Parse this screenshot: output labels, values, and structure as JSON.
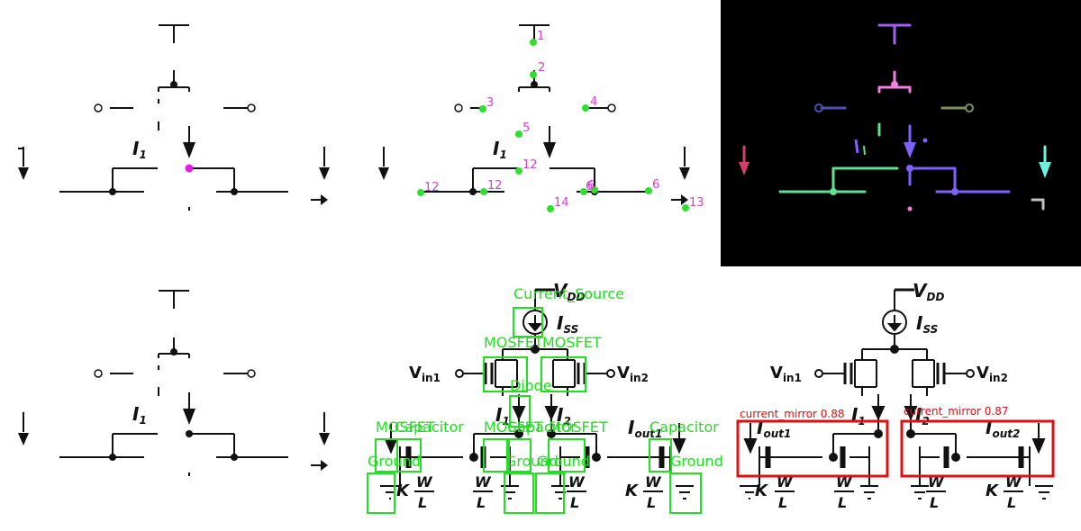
{
  "colors": {
    "wire": "#111111",
    "node_green": "#2ee02e",
    "node_magenta": "#e020e0",
    "number_magenta": "#d040d0",
    "box_green": "#22dd22",
    "box_red": "#dd1111",
    "mask_bg": "#000000",
    "seg_purple": "#a060f0",
    "seg_pink": "#f080e0",
    "seg_navy": "#5050b0",
    "seg_olive": "#809060",
    "seg_mint": "#60e090",
    "seg_blue": "#8060ff",
    "seg_red": "#d04070",
    "seg_cyan": "#70f0e0",
    "seg_grey": "#c0c0c0"
  },
  "labels": {
    "i1": "I",
    "i1_sub": "1",
    "vdd": "V",
    "vdd_sub": "DD",
    "iss": "I",
    "iss_sub": "SS",
    "vin1": "V",
    "vin1_sub": "in1",
    "vin2": "V",
    "vin2_sub": "in2",
    "i1b": "I",
    "i1b_sub": "1",
    "i2": "I",
    "i2_sub": "2",
    "iout1": "I",
    "iout1_sub": "out1",
    "iout2": "I",
    "iout2_sub": "out2",
    "k": "K",
    "w": "W",
    "l": "L"
  },
  "keypoints": [
    "1",
    "2",
    "3",
    "4",
    "5",
    "12",
    "12",
    "12",
    "6",
    "6",
    "6",
    "14",
    "13"
  ],
  "detections": {
    "current_source": "Current_Source",
    "mosfet_a": "MOSFET",
    "mosfet_b": "MOSFET",
    "diode": "Diode",
    "overlap_left": "MOSFET",
    "overlap_mid": "MOSFET",
    "overlap_right": "MOSFET",
    "capacitor_left": "Capacitor",
    "capacitor_mid": "Capacitor",
    "capacitor_right": "Capacitor",
    "ground_a": "Ground",
    "ground_b": "Ground",
    "ground_c": "Ground",
    "ground_d": "Ground"
  },
  "classifications": {
    "left": "current_mirror 0.88",
    "right": "current_mirror 0.87"
  }
}
